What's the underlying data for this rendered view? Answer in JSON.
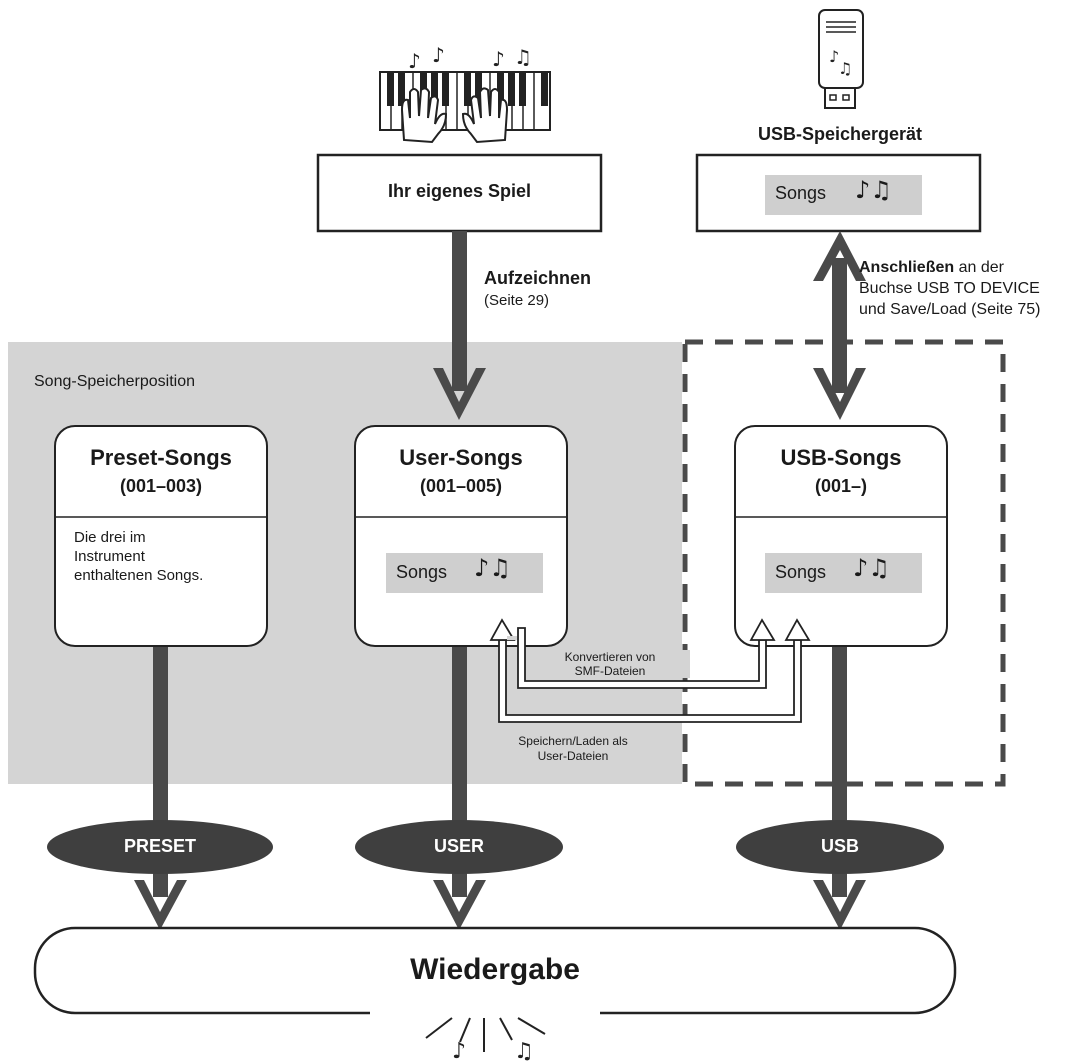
{
  "usb_device": {
    "caption": "USB-Speichergerät",
    "songs_label": "Songs"
  },
  "performance": {
    "label": "Ihr eigenes Spiel"
  },
  "record": {
    "label": "Aufzeichnen",
    "ref": "(Seite 29)"
  },
  "connect": {
    "label_bold": "Anschließen",
    "label_rest": " an der",
    "line2": "Buchse USB TO DEVICE",
    "line3": "und Save/Load (Seite 75)"
  },
  "storage_area": {
    "label": "Song-Speicherposition"
  },
  "preset": {
    "title": "Preset-Songs",
    "range": "(001–003)",
    "desc_l1": "Die drei im",
    "desc_l2": "Instrument",
    "desc_l3": "enthaltenen Songs.",
    "button": "PRESET"
  },
  "user": {
    "title": "User-Songs",
    "range": "(001–005)",
    "songs_label": "Songs",
    "button": "USER"
  },
  "usb": {
    "title": "USB-Songs",
    "range": "(001–)",
    "songs_label": "Songs",
    "button": "USB"
  },
  "convert": {
    "l1": "Konvertieren von",
    "l2": "SMF-Dateien"
  },
  "saveload": {
    "l1": "Speichern/Laden als",
    "l2": "User-Dateien"
  },
  "playback": {
    "label": "Wiedergabe"
  },
  "colors": {
    "gray_area": "#d4d4d4",
    "dark": "#4a4a4a",
    "songs_bg": "#cfcfcf",
    "oval": "#3f3f3f"
  }
}
